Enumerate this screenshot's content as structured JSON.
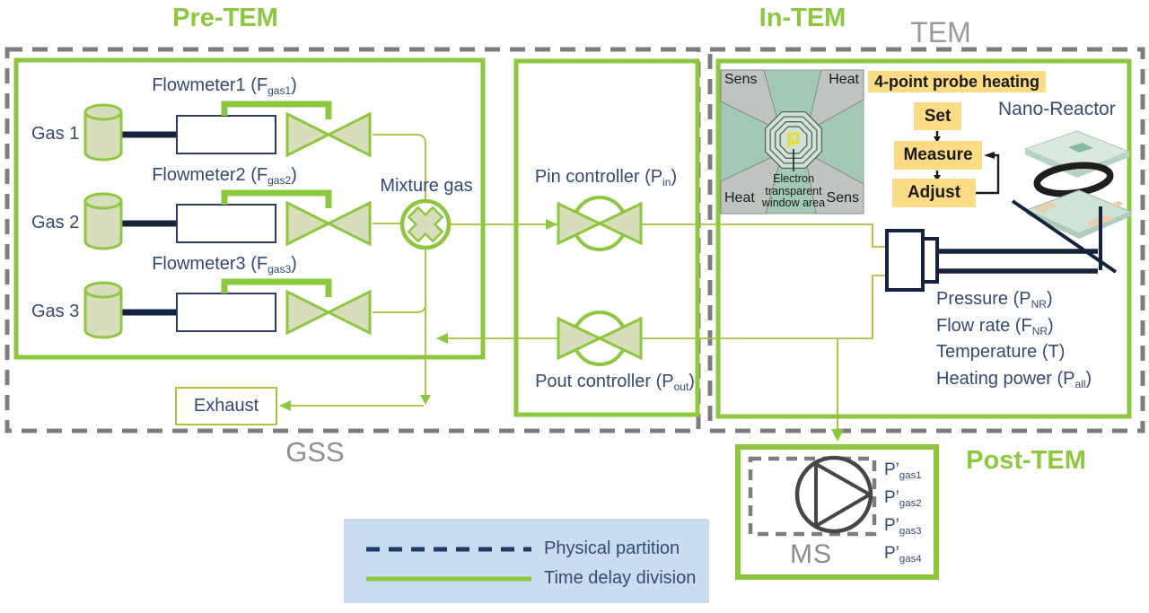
{
  "colors": {
    "accent_green": "#8dc63f",
    "thin_line_green": "#a6bf3b",
    "navy_text": "#334a73",
    "dark_navy": "#16233f",
    "partition_gray": "#7d7d7d",
    "highlight_yellow": "#fbdc85",
    "legend_blue": "#c9ddf0",
    "valve_fill": "#d8debb",
    "chip_teal": "#a3c9b4",
    "pump_gray": "#44474a"
  },
  "titles": {
    "pre_tem": "Pre-TEM",
    "in_tem": "In-TEM",
    "tem": "TEM",
    "gss": "GSS",
    "post_tem": "Post-TEM"
  },
  "gss": {
    "gases": [
      "Gas 1",
      "Gas 2",
      "Gas 3"
    ],
    "flowmeters": [
      {
        "base": "Flowmeter1 (F",
        "sub": "gas1",
        "tail": ")"
      },
      {
        "base": "Flowmeter2 (F",
        "sub": "gas2",
        "tail": ")"
      },
      {
        "base": "Flowmeter3 (F",
        "sub": "gas3",
        "tail": ")"
      }
    ],
    "mixture_label": "Mixture gas",
    "exhaust_label": "Exhaust"
  },
  "controllers": {
    "pin": {
      "base": "Pin controller (P",
      "sub": "in",
      "tail": ")"
    },
    "pout": {
      "base": "Pout controller (P",
      "sub": "out",
      "tail": ")"
    }
  },
  "tem": {
    "chip": {
      "top_left": "Sens",
      "top_right": "Heat",
      "bottom_left": "Heat",
      "bottom_right": "Sens",
      "window_line1": "Electron",
      "window_line2": "transparent",
      "window_line3": "window area"
    },
    "probe_heading": "4-point probe heating",
    "steps": [
      "Set",
      "Measure",
      "Adjust"
    ],
    "nano_reactor_label": "Nano-Reactor",
    "outputs": [
      {
        "base": "Pressure (P",
        "sub": "NR",
        "tail": ")"
      },
      {
        "base": "Flow rate (F",
        "sub": "NR",
        "tail": ")"
      },
      {
        "base": "Temperature (T",
        "sub": "",
        "tail": ")"
      },
      {
        "base": "Heating power (P",
        "sub": "all",
        "tail": ")"
      }
    ]
  },
  "post_tem": {
    "ms_label": "MS",
    "outputs": [
      {
        "base": "P’",
        "sub": "gas1"
      },
      {
        "base": "P’",
        "sub": "gas2"
      },
      {
        "base": "P’",
        "sub": "gas3"
      },
      {
        "base": "P’",
        "sub": "gas4"
      }
    ]
  },
  "legend": {
    "physical": "Physical partition",
    "time_delay": "Time delay division"
  }
}
